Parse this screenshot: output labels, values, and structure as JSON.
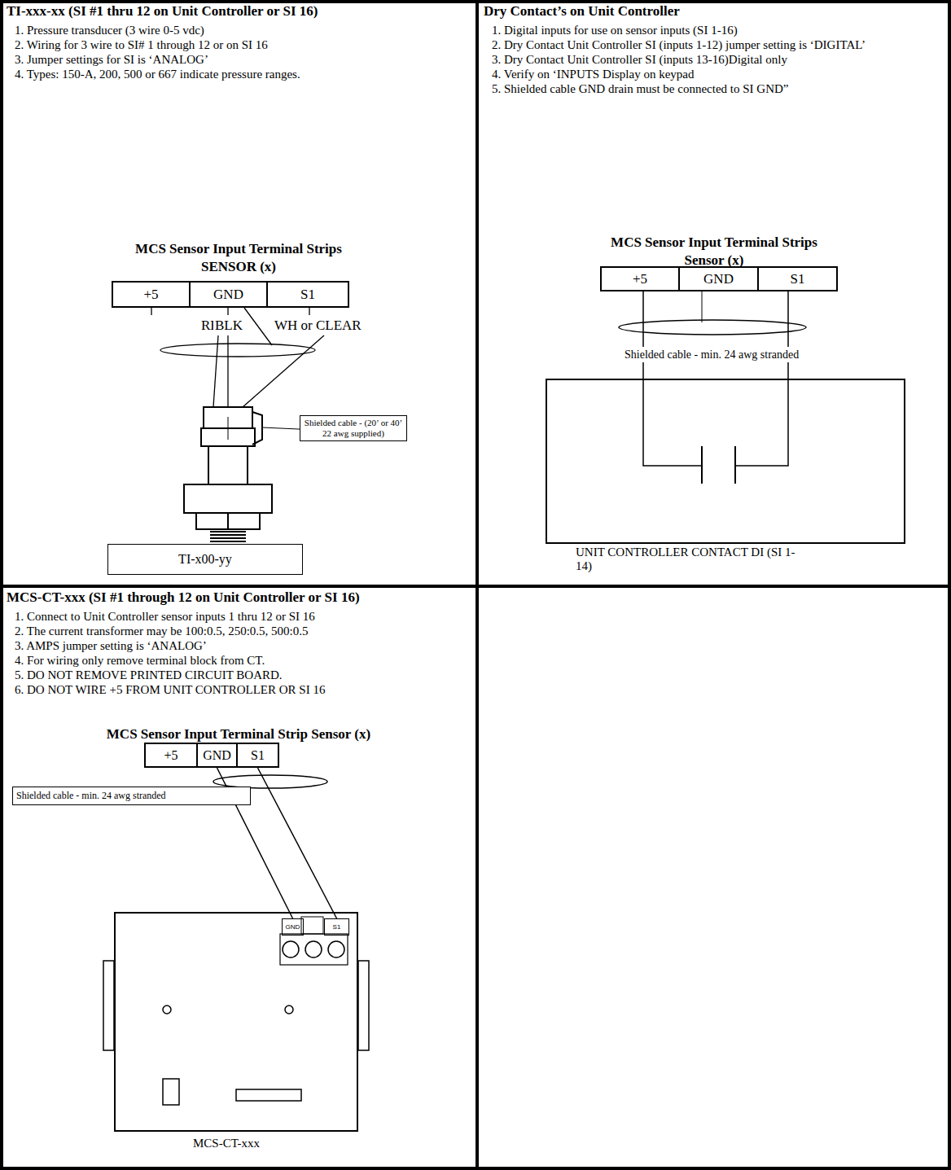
{
  "diagram": {
    "nodes": [
      {
        "text": [
          "TI-xxx-xx (SI #1 thru 12 on Unit Controller or SI 16)",
          "1. Pressure transducer (3 wire 0-5 vdc)",
          "2. Wiring for 3 wire to SI# 1 through 12 or on SI 16",
          "3. Jumper settings for SI is ‘ANALOG’",
          "4. Types: 150-A, 200, 500 or 667 indicate pressure ranges.",
          "MCS Sensor Input Terminal Strips",
          "SENSOR (x)"
        ]
      },
      {
        "text": [
          "+5"
        ],
        "in": 0
      },
      {
        "text": [
          "GND"
        ],
        "in": 0
      },
      {
        "text": [
          "S1"
        ],
        "in": 0
      },
      {
        "text": [
          "Shielded cable - (20’ or 40’ 22 awg supplied)"
        ],
        "in": 0
      },
      {
        "text": [
          "TI-x00-yy"
        ],
        "in": 0
      },
      {
        "text": [
          "Dry Contact’s on Unit Controller",
          "1. Digital inputs for use on sensor inputs (SI 1-16)",
          "2. Dry Contact Unit Controller SI (inputs 1-12) jumper setting is ‘DIGITAL’",
          "3. Dry Contact Unit Controller SI (inputs 13-16)Digital only",
          "4. Verify on ‘INPUTS Display on keypad",
          "5. Shielded cable GND drain must be connected to SI GND”",
          "MCS Sensor Input Terminal Strips",
          "Sensor (x)"
        ]
      },
      {
        "text": [
          "+5"
        ],
        "in": 6
      },
      {
        "text": [
          "GND"
        ],
        "in": 6
      },
      {
        "text": [
          "S1"
        ],
        "in": 6
      },
      {
        "text": [
          "UNIT CONTROLLER CONTACT DI (SI 1-14)"
        ],
        "in": 6
      },
      {
        "text": [
          "MCS-CT-xxx (SI #1 through 12 on Unit Controller or SI 16)",
          "1. Connect to Unit Controller sensor inputs 1 thru 12 or SI 16",
          "2. The current transformer may be 100:0.5, 250:0.5, 500:0.5",
          "3. AMPS jumper setting is ‘ANALOG’",
          "4. For wiring only remove terminal block from CT.",
          "5. DO NOT REMOVE PRINTED CIRCUIT BOARD.",
          "6. DO NOT WIRE +5 FROM UNIT CONTROLLER OR SI 16",
          "MCS Sensor Input Terminal Strip Sensor (x)"
        ]
      },
      {
        "text": [
          "+5"
        ],
        "in": 11
      },
      {
        "text": [
          "GND"
        ],
        "in": 11
      },
      {
        "text": [
          "S1"
        ],
        "in": 11
      },
      {
        "text": [
          "Shielded cable - min. 24 awg stranded"
        ],
        "in": 11
      },
      {
        "text": [
          "MCS-CT-xxx"
        ],
        "in": 11
      },
      {
        "text": [
          "GND"
        ],
        "in": 16
      },
      {
        "text": [
          "S1"
        ],
        "in": 16
      }
    ],
    "edges": [
      {
        "from": 13,
        "to": 17,
        "arrow": "none"
      },
      {
        "from": 14,
        "to": 18,
        "arrow": "none"
      }
    ],
    "labels": [
      "RED",
      "BLK",
      "WH or CLEAR",
      "Shielded cable - min. 24 awg stranded"
    ]
  }
}
